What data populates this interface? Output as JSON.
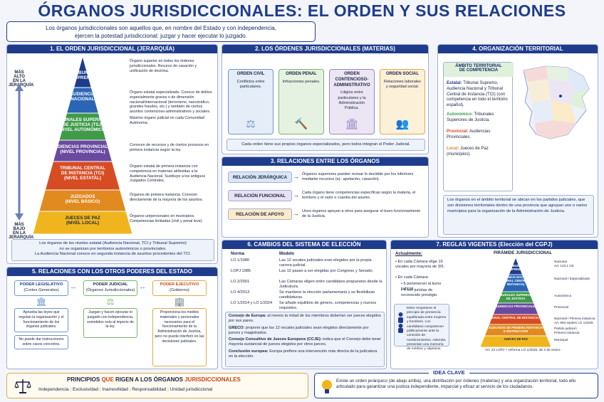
{
  "title": "ÓRGANOS JURISDICCIONALES:  EL ORDEN Y SUS RELACIONES",
  "intro": [
    "Los órganos jurisdiccionales son aquellos que, en nombre del Estado y con independencia,",
    "ejercen la potestad jurisdiccional: juzgar y hacer ejecutar lo juzgado."
  ],
  "s1": {
    "title": "1. EL ORDEN JURISDICCIONAL (JERARQUÍA)",
    "top_label": "MÁS ALTO\nEN LA JERARQUÍA",
    "bottom_label": "MÁS BAJO\nEN LA JERARQUÍA",
    "levels": [
      {
        "name": "TRIBUNAL\nSUPREMO",
        "desc": "Órgano superior en todos los órdenes jurisdiccionales. Recurso de casación y unificación de doctrina.",
        "color": "#1f3c8c"
      },
      {
        "name": "AUDIENCIA\nNACIONAL",
        "desc": "Órgano estatal especializado. Conoce de delitos especialmente graves o de dimensión nacional/internacional (terrorismo, narcotráfico, grandes fraudes, etc.) y también de ciertos asuntos contencioso-administrativos y sociales.",
        "color": "#2b66b6"
      },
      {
        "name": "TRIBUNALES SUPERIORES\nDE JUSTICIA (TSJ)\n(NIVEL AUTONÓMICO)",
        "desc": "Máximo órgano judicial en cada Comunidad Autónoma.",
        "color": "#3f9a4a"
      },
      {
        "name": "AUDIENCIAS PROVINCIALES\n(NIVEL PROVINCIAL)",
        "desc": "Conocen de recursos y de ciertos procesos en primera instancia según la ley.",
        "color": "#6a4aa0"
      },
      {
        "name": "TRIBUNAL CENTRAL\nDE INSTANCIA (TCI)\n(NIVEL ESTATAL)",
        "desc": "Órgano estatal de primera instancia con competencia en materias atribuidas a la Audiencia Nacional. Sustituye a los antiguos Juzgados Centrales.",
        "color": "#d64d24"
      },
      {
        "name": "JUZGADOS\n(NIVEL BÁSICO)",
        "desc": "Órganos de primera instancia. Conocen directamente de la mayoría de los asuntos.",
        "color": "#e08a1f"
      },
      {
        "name": "JUECES DE PAZ\n(NIVEL LOCAL)",
        "desc": "Órganos unipersonales en municipios. Competencias limitadas (civil y penal leve).",
        "color": "#f0b51e"
      }
    ],
    "note": [
      "Los órganos de los niveles estatal (Audiencia Nacional, TCI y Tribunal Supremo)",
      "no se organizan por territorios autonómicos o provinciales.",
      "La Audiencia Nacional conoce en segunda instancia de asuntos procedentes del TCI."
    ]
  },
  "s2": {
    "title": "2. LOS ÓRDENES JURISDICCIONALES (MATERIAS)",
    "orders": [
      {
        "name": "ORDEN CIVIL",
        "desc": "Conflictos entre particulares.",
        "color": "#e4edf8",
        "border": "#6f95cc"
      },
      {
        "name": "ORDEN PENAL",
        "desc": "Infracciones penales.",
        "color": "#e6f2e1",
        "border": "#7ab46b"
      },
      {
        "name": "ORDEN CONTENCIOSO-ADMINISTRATIVO",
        "desc": "Litigios entre particulares y la Administración Pública.",
        "color": "#ece6f4",
        "border": "#9a84c2"
      },
      {
        "name": "ORDEN SOCIAL",
        "desc": "Relaciones laborales y seguridad social.",
        "color": "#fdf0d9",
        "border": "#e1a94a"
      }
    ],
    "note": "Cada orden tiene sus propios órganos especializados, pero todos integran el Poder Judicial."
  },
  "s3": {
    "title": "3. RELACIONES ENTRE LOS ÓRGANOS",
    "items": [
      {
        "label": "RELACIÓN JERÁRQUICA",
        "text": "Órganos superiores pueden revisar lo decidido por los inferiores mediante recursos (ej.: apelación, casación).",
        "color": "#dbe6f5"
      },
      {
        "label": "RELACIÓN FUNCIONAL",
        "text": "Cada órgano tiene competencias específicas según la materia, el territorio y el valor o cuantía del asunto.",
        "color": "#e8e1f2"
      },
      {
        "label": "RELACIÓN DE APOYO",
        "text": "Unos órganos apoyan a otros para asegurar el buen funcionamiento de la Justicia.",
        "color": "#fcebc9"
      }
    ]
  },
  "s4": {
    "title": "4. ORGANIZACIÓN TERRITORIAL",
    "box_title": "ÁMBITO TERRITORIAL\nDE COMPETENCIA",
    "lines": [
      {
        "k": "Estatal:",
        "v": " Tribunal Supremo, Audiencia Nacional y Tribunal Central de Instancia (TCI) (con competencia en todo el territorio español).",
        "color": "#1f3c8c"
      },
      {
        "k": "Autonómico:",
        "v": " Tribunales Superiores de Justicia.",
        "color": "#3f9a4a"
      },
      {
        "k": "Provincial:",
        "v": " Audiencias Provinciales.",
        "color": "#d64d24"
      },
      {
        "k": "Local:",
        "v": " Jueces de Paz (municipios).",
        "color": "#e08a1f"
      }
    ],
    "note": "Los órganos en el ámbito territorial se ubican en los partidos judiciales, que son divisiones territoriales dentro de una provincia que agrupan uno o varios municipios para la organización de la Administración de Justicia."
  },
  "s5": {
    "title": "5. RELACIONES CON LOS OTROS PODERES DEL ESTADO",
    "powers": [
      {
        "name": "PODER LEGISLATIVO",
        "sub": "(Cortes Generales)",
        "desc": "Aprueba las leyes que regulan la organización y el funcionamiento de los órganos judiciales.",
        "extra": "No puede dar instrucciones sobre casos concretos.",
        "border": "#6f95cc",
        "color": "#1f3c8c"
      },
      {
        "name": "PODER JUDICIAL",
        "sub": "(Órganos Jurisdiccionales)",
        "desc": "Juzgan y hacen ejecutar lo juzgado con independencia, sometidos solo al imperio de la ley.",
        "extra": "",
        "border": "#7ab46b",
        "color": "#1a2240"
      },
      {
        "name": "PODER EJECUTIVO",
        "sub": "(Gobierno)",
        "desc": "Proporciona los medios materiales y personales necesarios para el funcionamiento de la Administración de Justicia, pero no puede interferir en las decisiones judiciales.",
        "extra": "",
        "border": "#e1a94a",
        "color": "#c8451b"
      }
    ]
  },
  "s6": {
    "title": "6. CAMBIOS DEL SISTEMA DE ELECCIÓN",
    "col1": "Norma",
    "col2": "Modelo",
    "rows": [
      {
        "k": "LO 1/1980",
        "v": "Las 12 vocales judiciales eran elegidos por la propia carrera judicial."
      },
      {
        "k": "LOPJ 1985",
        "v": "Las 12 pasan a ser elegidas por Congreso y Senado."
      },
      {
        "k": "LO 2/2001",
        "v": "Las Cámaras eligen entre candidatos propuestos desde la Judicatura."
      },
      {
        "k": "LO 4/2013",
        "v": "Se mantiene la elección parlamentaria y se flexibilizan candidaturas."
      },
      {
        "k": "LO 1/2014 y LO 1/2024",
        "v": "Se añade equilibrio de género, competencias y nuevos requisitos."
      }
    ],
    "notes": [
      {
        "k": "Consejo de Europa:",
        "v": " al menos la mitad de los miembros deberían ser jueces elegidos por sus pares."
      },
      {
        "k": "GRECO:",
        "v": " propone que los 12 vocales judiciales sean elegidos directamente por jueces y magistrados."
      },
      {
        "k": "Consejo Consultivo de Jueces Europeos (CCJE):",
        "v": " indica que el Consejo debe tener mayoría sustancial de jueces elegidos por otros jueces."
      },
      {
        "k": "Conclusión europea:",
        "v": " Europa prefiere una intervención más directa de la judicatura en la elección."
      }
    ]
  },
  "s7": {
    "title": "7. REGLAS VIGENTES (Elección del CGPJ)",
    "actual": "Actualmente:",
    "bullets": [
      "En cada Cámara elige 10 vocales por mayoría de 3/5.",
      "En cada Cámara:",
      "6 pertenecen al turno judicial.",
      "4 son juristas de reconocido prestigio."
    ],
    "parity": "Debe respetarse el principio de presencia equilibrada entre mujeres y hombres. Los candidatos comparecen públicamente ante la comisión de nombramientos. Además, presentan una memoria de méritos y objetivos.",
    "pyr_title": "PIRÁMIDE JURISDICCIONAL",
    "pyr": [
      {
        "name": "TRIBUNAL\nSUPREMO",
        "label": "Nacional\nArt. 123.1 CE",
        "color": "#1f3c8c"
      },
      {
        "name": "AUDIENCIA NACIONAL\n(TRIBUNAL CENTRAL DE\nINSTANCIA)",
        "label": "Nacional / Especializado",
        "color": "#2b66b6"
      },
      {
        "name": "TRIBUNALES SUPERIORES\nDE JUSTICIA",
        "label": "Autonómico",
        "color": "#3f9a4a"
      },
      {
        "name": "AUDIENCIAS PROVINCIALES",
        "label": "Provincial",
        "color": "#6a4aa0"
      },
      {
        "name": "TRIBUNAL CENTRAL DE INSTANCIA (TCI)",
        "label": "Nacional / Primera instancia\nArt. 994 septies LO 1/2025",
        "color": "#d64d24"
      },
      {
        "name": "JUZGADOS DE PRIMERA INSTANCIA\nE INSTRUCCIÓN",
        "label": "Partido judicial /\nPrimera instancia",
        "color": "#e08a1f"
      },
      {
        "name": "JUECES DE PAZ",
        "label": "Municipal",
        "color": "#f0b51e"
      }
    ],
    "footnote": "Art. 23 LOPJ + reforma LO 1/2025, de 2 de enero."
  },
  "principles": {
    "title_a": "PRINCIPIOS ",
    "title_b": "QUE",
    "title_c": " RIGEN A LOS ÓRGANOS ",
    "title_d": "JURISDICCIONALES",
    "items": [
      "Independencia",
      "Exclusividad",
      "Inamovilidad",
      "Responsabilidad",
      "Unidad jurisdiccional"
    ]
  },
  "idea": {
    "title": "IDEA CLAVE",
    "text": "Existe un orden jerárquico (de abajo arriba), una distribución por órdenes (materias) y una organización territorial, todo ello articulado para garantizar una justicia independiente, imparcial y eficaz al servicio de los ciudadanos."
  }
}
